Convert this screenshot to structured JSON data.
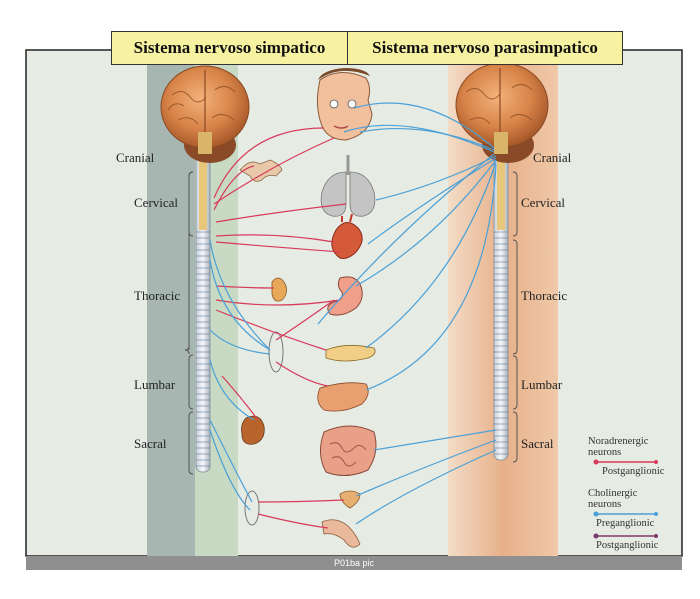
{
  "titles": {
    "sympathetic": "Sistema nervoso simpatico",
    "parasympathetic": "Sistema nervoso parasimpatico"
  },
  "regions_left": {
    "cranial": "Cranial",
    "cervical": "Cervical",
    "thoracic": "Thoracic",
    "lumbar": "Lumbar",
    "sacral": "Sacral"
  },
  "regions_right": {
    "cranial": "Cranial",
    "cervical": "Cervical",
    "thoracic": "Thoracic",
    "lumbar": "Lumbar",
    "sacral": "Sacral"
  },
  "legend": {
    "noradrenergic": "Noradrenergic neurons",
    "noradrenergic_post": "Postganglionic",
    "cholinergic": "Cholinergic neurons",
    "cholinergic_pre": "Preganglionic",
    "cholinergic_post": "Postganglionic"
  },
  "footer": "P01ba pic",
  "colors": {
    "sympathetic_fiber": "#d83a5a",
    "parasympathetic_fiber": "#4aa0d8",
    "title_bg": "#f6f2a2",
    "panel_bg": "#e6ebe3",
    "left_band": "#a7b6b1",
    "right_band": "#e8b593"
  }
}
